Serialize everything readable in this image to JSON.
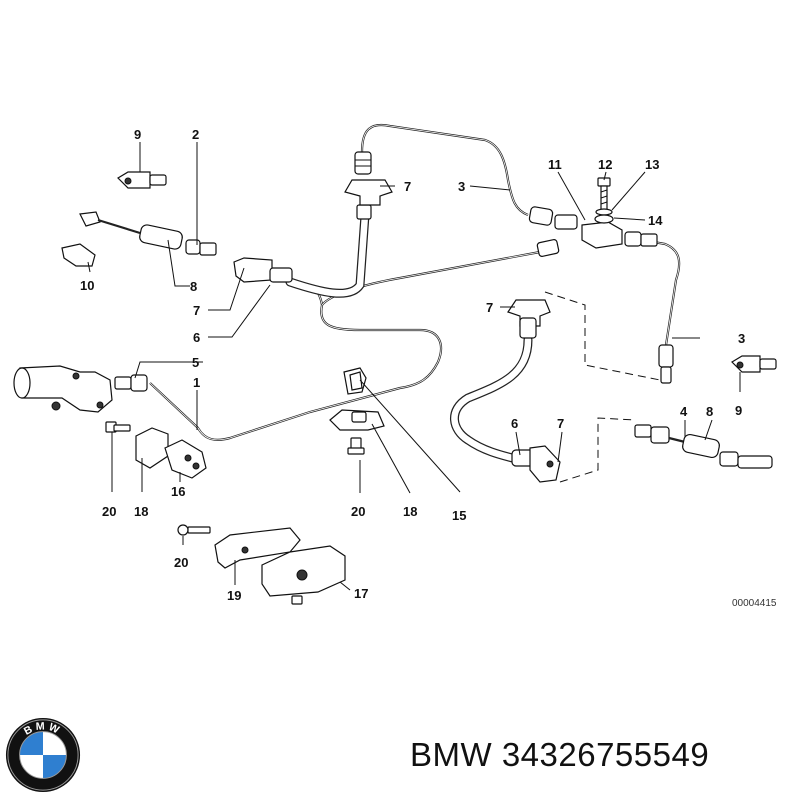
{
  "callouts": {
    "n1": "1",
    "n2": "2",
    "n3a": "3",
    "n3b": "3",
    "n4": "4",
    "n5": "5",
    "n6a": "6",
    "n6b": "6",
    "n7a": "7",
    "n7b": "7",
    "n7c": "7",
    "n7d": "7",
    "n8a": "8",
    "n8b": "8",
    "n9a": "9",
    "n9b": "9",
    "n10": "10",
    "n11": "11",
    "n12": "12",
    "n13": "13",
    "n14": "14",
    "n15": "15",
    "n16": "16",
    "n17": "17",
    "n18a": "18",
    "n18b": "18",
    "n19": "19",
    "n20a": "20",
    "n20b": "20",
    "n20c": "20"
  },
  "diagram_code": "00004415",
  "brand": {
    "logo_letters": "BMW",
    "text": "BMW 34326755549",
    "logo_colors": {
      "ring": "#111111",
      "blue": "#2f7fd0",
      "white": "#ffffff"
    }
  }
}
